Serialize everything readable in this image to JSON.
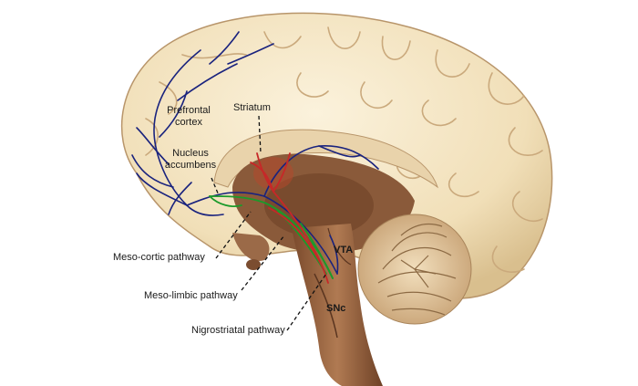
{
  "labels": {
    "prefrontal_line1": "Prefrontal",
    "prefrontal_line2": "cortex",
    "striatum": "Striatum",
    "nucleus_line1": "Nucleus",
    "nucleus_line2": "accumbens",
    "mesocortic": "Meso-cortic pathway",
    "mesolimbic": "Meso-limbic pathway",
    "nigrostriatal": "Nigrostriatal pathway",
    "vta": "VTA",
    "snc": "SNc"
  },
  "colors": {
    "mesocortical_pathway": "#1a237e",
    "mesolimbic_pathway": "#1b9a2a",
    "nigrostriatal_pathway": "#c62828",
    "cortex": "#f3e3c0",
    "deep_tissue": "#8a5a3a",
    "background": "#ffffff"
  },
  "icons": [
    "brain-illustration"
  ]
}
